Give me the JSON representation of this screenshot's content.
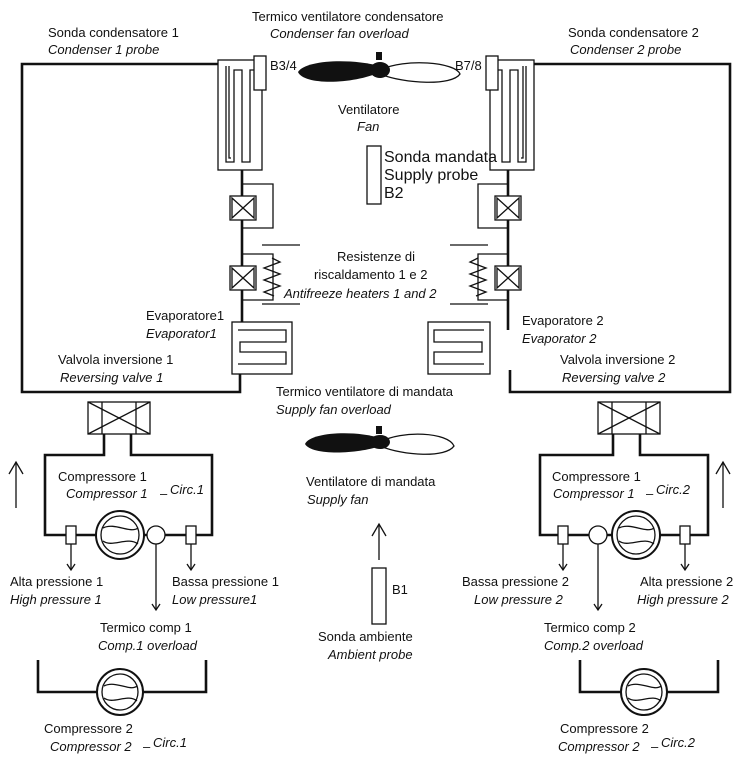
{
  "labels": {
    "condenser_probe_1_it": "Sonda condensatore 1",
    "condenser_probe_1_en": "Condenser 1 probe",
    "condenser_fan_overload_it": "Termico ventilatore condensatore",
    "condenser_fan_overload_en": "Condenser fan overload",
    "condenser_probe_2_it": "Sonda condensatore 2",
    "condenser_probe_2_en": "Condenser 2 probe",
    "b34": "B3/4",
    "b78": "B7/8",
    "fan_it": "Ventilatore",
    "fan_en": "Fan",
    "supply_probe_it": "Sonda mandata",
    "supply_probe_en": "Supply probe",
    "b2": "B2",
    "heaters_it_1": "Resistenze di",
    "heaters_it_2": "riscaldamento 1 e 2",
    "heaters_en": "Antifreeze heaters 1 and 2",
    "evaporator_1_it": "Evaporatore1",
    "evaporator_1_en": "Evaporator1",
    "evaporator_2_it": "Evaporatore 2",
    "evaporator_2_en": "Evaporator 2",
    "reversing_valve_1_it": "Valvola inversione 1",
    "reversing_valve_1_en": "Reversing valve 1",
    "reversing_valve_2_it": "Valvola inversione 2",
    "reversing_valve_2_en": "Reversing valve 2",
    "supply_fan_overload_it": "Termico ventilatore di mandata",
    "supply_fan_overload_en": "Supply fan overload",
    "supply_fan_it": "Ventilatore di mandata",
    "supply_fan_en": "Supply fan",
    "left_compressor_1_it": "Compressore 1",
    "left_compressor_1_en": "Compressor 1",
    "left_circ": "Circ.1",
    "right_compressor_1_it": "Compressore 1",
    "right_compressor_1_en": "Compressor 1",
    "right_circ": "Circ.2",
    "high_pressure_1_it": "Alta pressione 1",
    "high_pressure_1_en": "High pressure 1",
    "low_pressure_1_it": "Bassa pressione 1",
    "low_pressure_1_en": "Low pressure1",
    "low_pressure_2_it": "Bassa pressione 2",
    "low_pressure_2_en": "Low pressure 2",
    "high_pressure_2_it": "Alta pressione 2",
    "high_pressure_2_en": "High pressure 2",
    "b1": "B1",
    "ambient_probe_it": "Sonda ambiente",
    "ambient_probe_en": "Ambient probe",
    "comp_overload_1_it": "Termico comp 1",
    "comp_overload_1_en": "Comp.1  overload",
    "comp_overload_2_it": "Termico comp 2",
    "comp_overload_2_en": "Comp.2  overload",
    "left_compressor_2_it": "Compressore 2",
    "left_compressor_2_en": "Compressor 2",
    "left_compressor_2_circ": "Circ.1",
    "right_compressor_2_it": "Compressore 2",
    "right_compressor_2_en": "Compressor 2",
    "right_compressor_2_circ": "Circ.2"
  }
}
